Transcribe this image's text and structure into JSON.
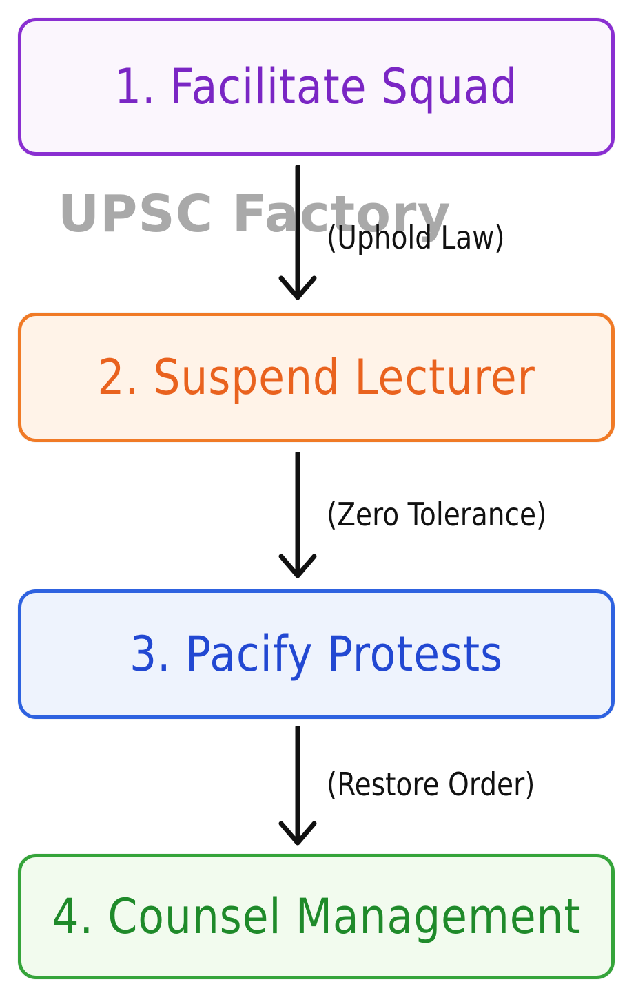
{
  "steps": [
    {
      "label": "1. Facilitate Squad",
      "color": "#7a26c4"
    },
    {
      "label": "2. Suspend Lecturer",
      "color": "#e9621e"
    },
    {
      "label": "3. Pacify Protests",
      "color": "#2248d2"
    },
    {
      "label": "4. Counsel Management",
      "color": "#1f8a2a"
    }
  ],
  "connectors": [
    {
      "label": "(Uphold Law)"
    },
    {
      "label": "(Zero Tolerance)"
    },
    {
      "label": "(Restore Order)"
    }
  ],
  "watermark": "UPSC Factory"
}
